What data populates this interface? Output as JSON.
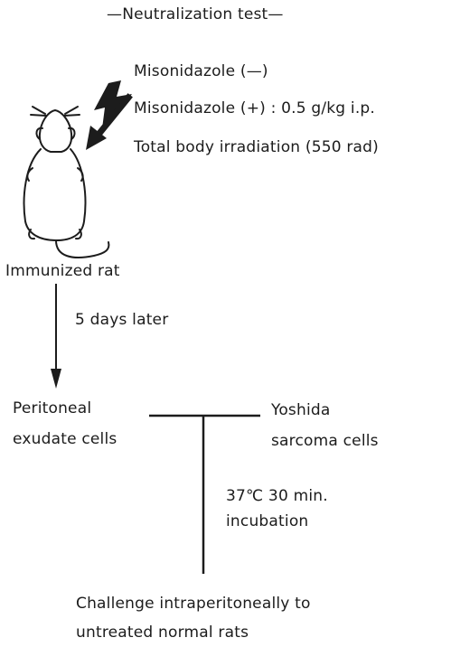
{
  "title": "—Neutralization test—",
  "treatments": {
    "line1": "Misonidazole (—)",
    "line2": "Misonidazole (+) : 0.5 g/kg i.p.",
    "line3": "Total body irradiation (550 rad)"
  },
  "subject_label": "Immunized rat",
  "interval_label": "5 days later",
  "peritoneal": {
    "line1": "Peritoneal",
    "line2": "exudate cells"
  },
  "sarcoma": {
    "line1": "Yoshida",
    "line2": "sarcoma cells"
  },
  "incubation": {
    "line1": "37℃ 30 min.",
    "line2": "incubation"
  },
  "challenge": {
    "line1": "Challenge intraperitoneally to",
    "line2": "untreated normal rats"
  },
  "colors": {
    "ink": "#1c1c1c",
    "background": "#ffffff"
  },
  "icons": [
    "rat-icon",
    "lightning-bolt-icon",
    "down-arrow-icon",
    "mixing-connector-icon"
  ]
}
